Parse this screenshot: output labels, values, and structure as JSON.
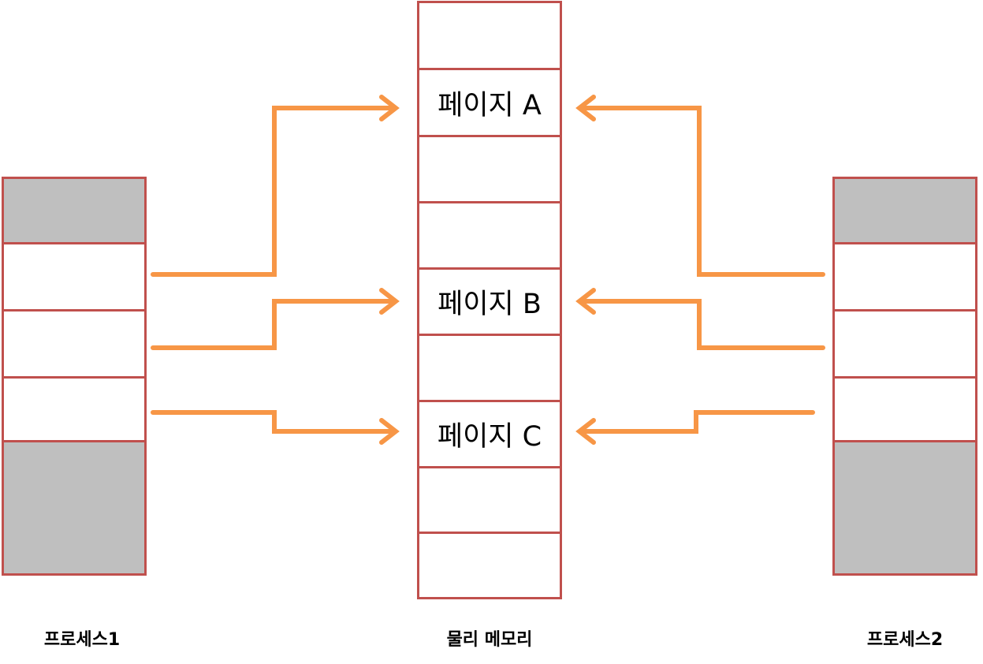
{
  "colors": {
    "border": "#c0504d",
    "shaded": "#bfbfbf",
    "arrow": "#f79646",
    "background": "#ffffff"
  },
  "physical_memory": {
    "label": "물리 메모리",
    "frames": [
      "",
      "페이지 A",
      "",
      "",
      "페이지 B",
      "",
      "페이지 C",
      "",
      ""
    ]
  },
  "process1": {
    "label": "프로세스1",
    "blocks": [
      {
        "shaded": true
      },
      {
        "shaded": false
      },
      {
        "shaded": false
      },
      {
        "shaded": false
      },
      {
        "shaded": true
      }
    ]
  },
  "process2": {
    "label": "프로세스2",
    "blocks": [
      {
        "shaded": true
      },
      {
        "shaded": false
      },
      {
        "shaded": false
      },
      {
        "shaded": false
      },
      {
        "shaded": true
      }
    ]
  },
  "mappings": [
    {
      "from": "process1",
      "block": 1,
      "to_frame": 1
    },
    {
      "from": "process1",
      "block": 2,
      "to_frame": 4
    },
    {
      "from": "process1",
      "block": 3,
      "to_frame": 6
    },
    {
      "from": "process2",
      "block": 1,
      "to_frame": 1
    },
    {
      "from": "process2",
      "block": 2,
      "to_frame": 4
    },
    {
      "from": "process2",
      "block": 3,
      "to_frame": 6
    }
  ]
}
